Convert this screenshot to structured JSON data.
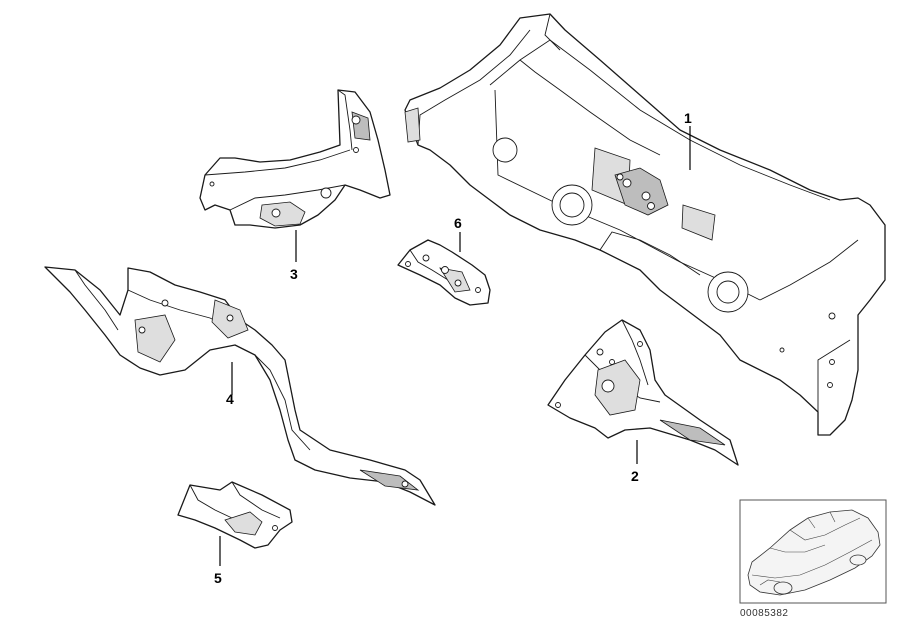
{
  "diagram": {
    "callouts": [
      "1",
      "2",
      "3",
      "4",
      "5",
      "6"
    ],
    "reference_number": "00085382"
  }
}
